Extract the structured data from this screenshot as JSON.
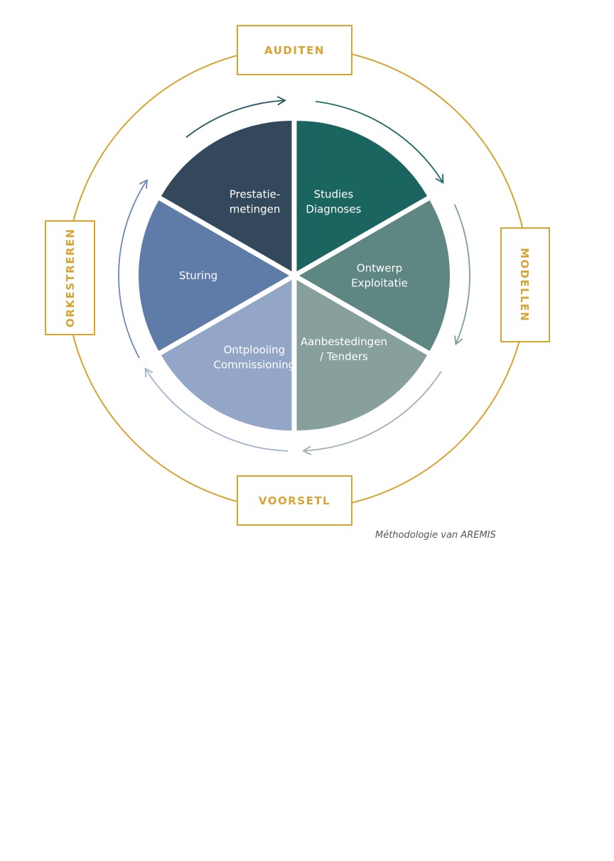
{
  "colors": {
    "gold": "#d7a433",
    "segments": [
      "#33495b",
      "#1b6560",
      "#5e8682",
      "#88a09d",
      "#93a6c8",
      "#5f7ba8"
    ]
  },
  "phases": {
    "top": "AUDITEN",
    "right": "MODELLEN",
    "bottom": "VOORSETL",
    "left": "ORKESTREREN"
  },
  "segments": [
    {
      "name": "prestatiemetingen",
      "lines": [
        "Prestatie-",
        "metingen"
      ]
    },
    {
      "name": "studies-diagnoses",
      "lines": [
        "Studies",
        "Diagnoses"
      ]
    },
    {
      "name": "ontwerp-exploitatie",
      "lines": [
        "Ontwerp",
        "Exploitatie"
      ]
    },
    {
      "name": "aanbestedingen-tenders",
      "lines": [
        "Aanbestedingen",
        "/ Tenders"
      ]
    },
    {
      "name": "ontplooiing-commissioning",
      "lines": [
        "Ontplooiing",
        "Commissioning"
      ]
    },
    {
      "name": "sturing",
      "lines": [
        "Sturing"
      ]
    }
  ],
  "caption": "Méthodologie van AREMIS"
}
